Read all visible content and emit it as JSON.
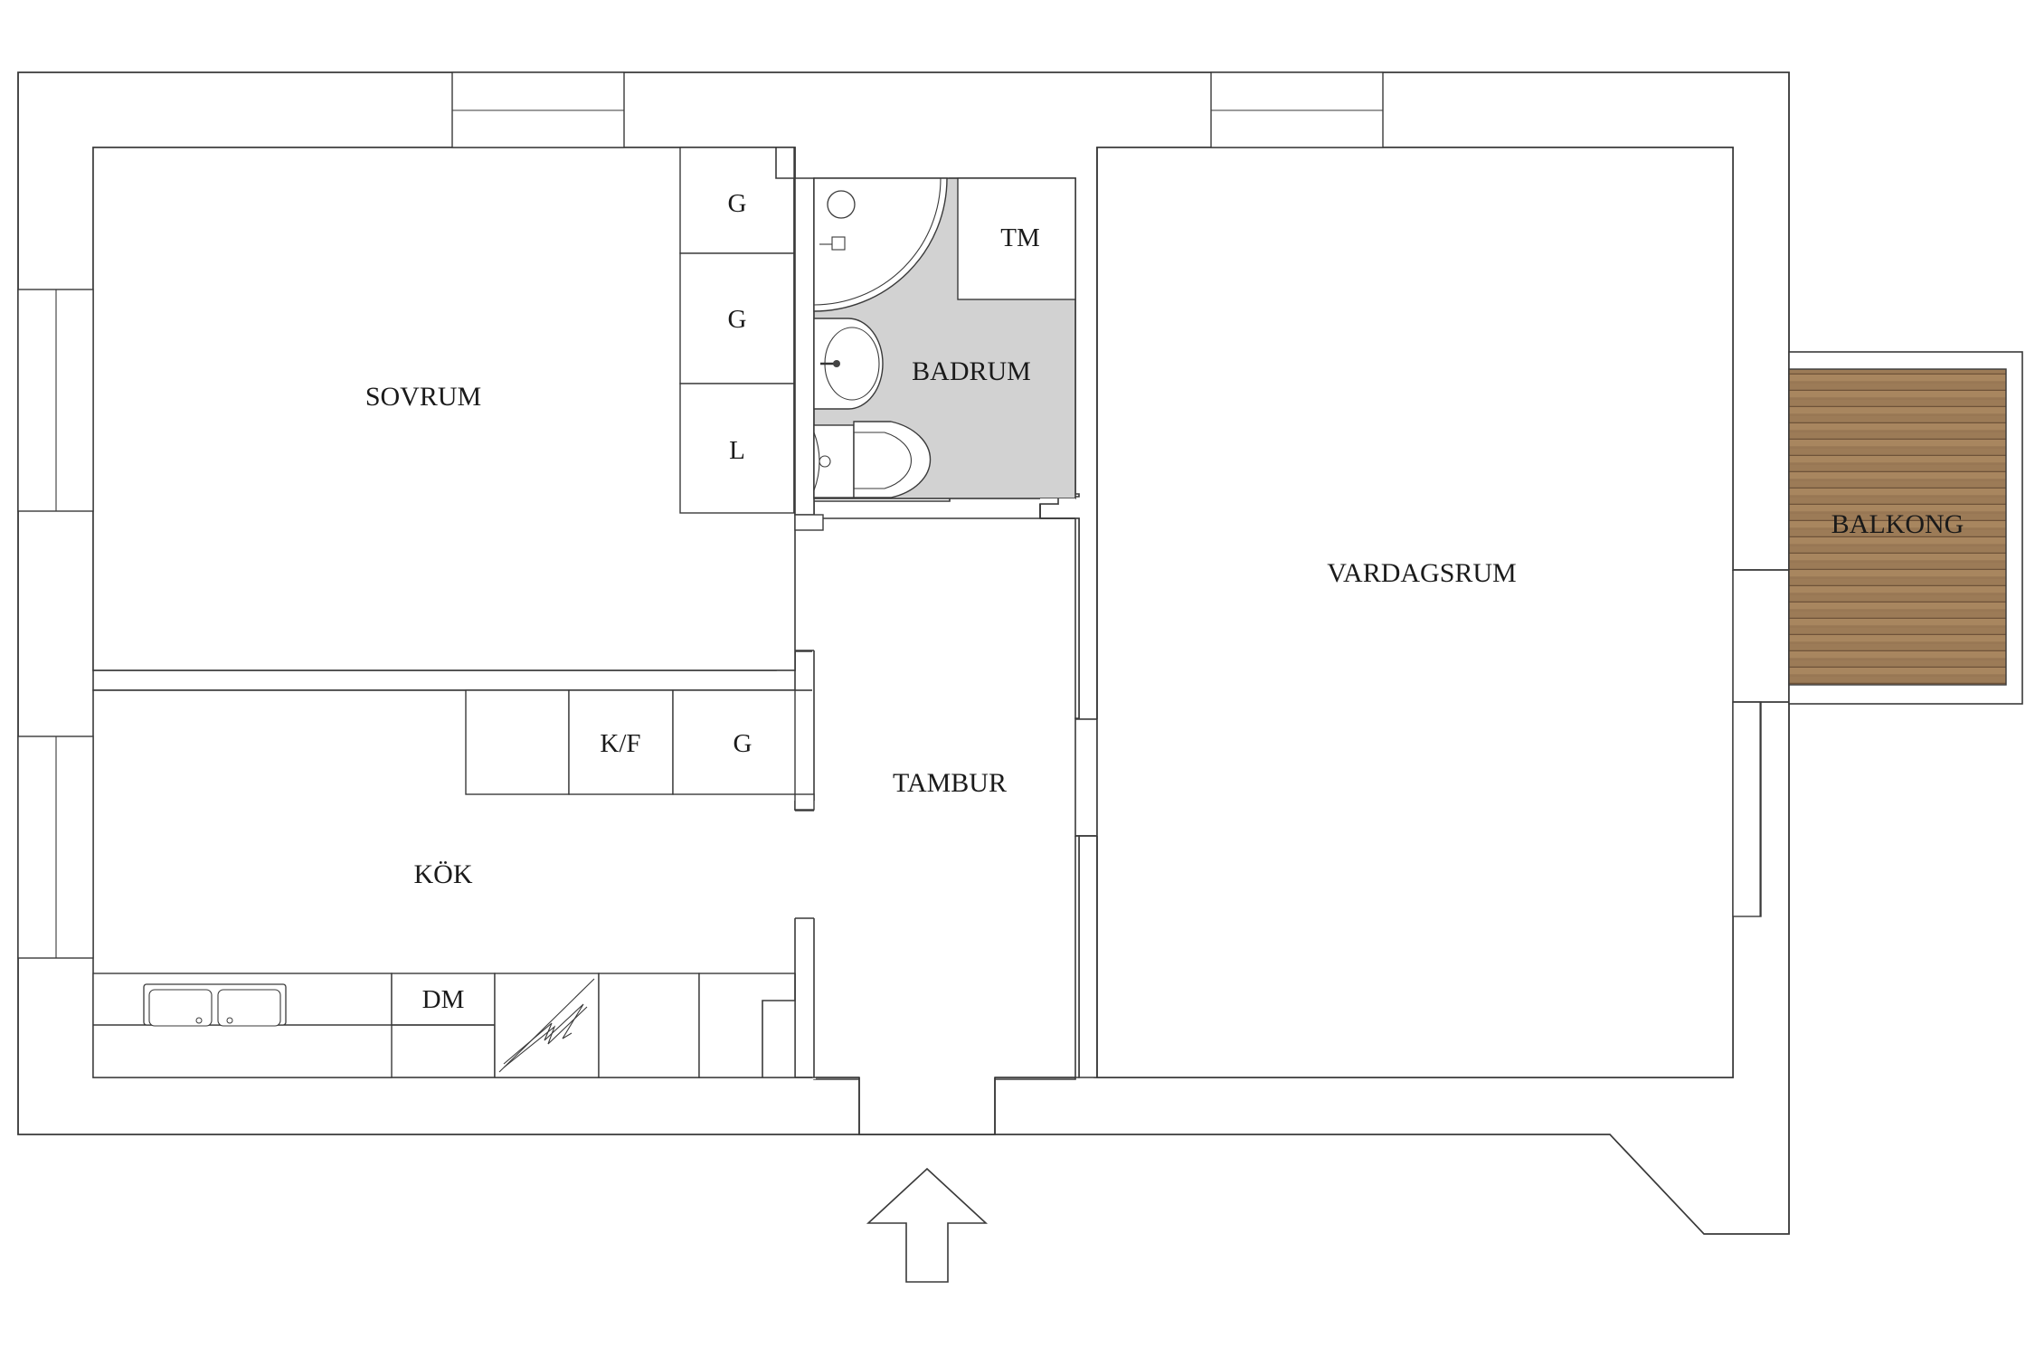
{
  "rooms": {
    "sovrum": "SOVRUM",
    "badrum": "BADRUM",
    "vardagsrum": "VARDAGSRUM",
    "balkong": "BALKONG",
    "tambur": "TAMBUR",
    "kok": "KÖK"
  },
  "fixtures": {
    "wardrobe_1": "G",
    "wardrobe_2": "G",
    "linen_closet": "L",
    "washing_machine": "TM",
    "fridge_freezer": "K/F",
    "kitchen_wardrobe": "G",
    "dishwasher": "DM"
  },
  "colors": {
    "bathroom_floor": "#d2d2d2",
    "balcony_deck": "#9c7b57",
    "wall_line": "#3a3a3a"
  }
}
